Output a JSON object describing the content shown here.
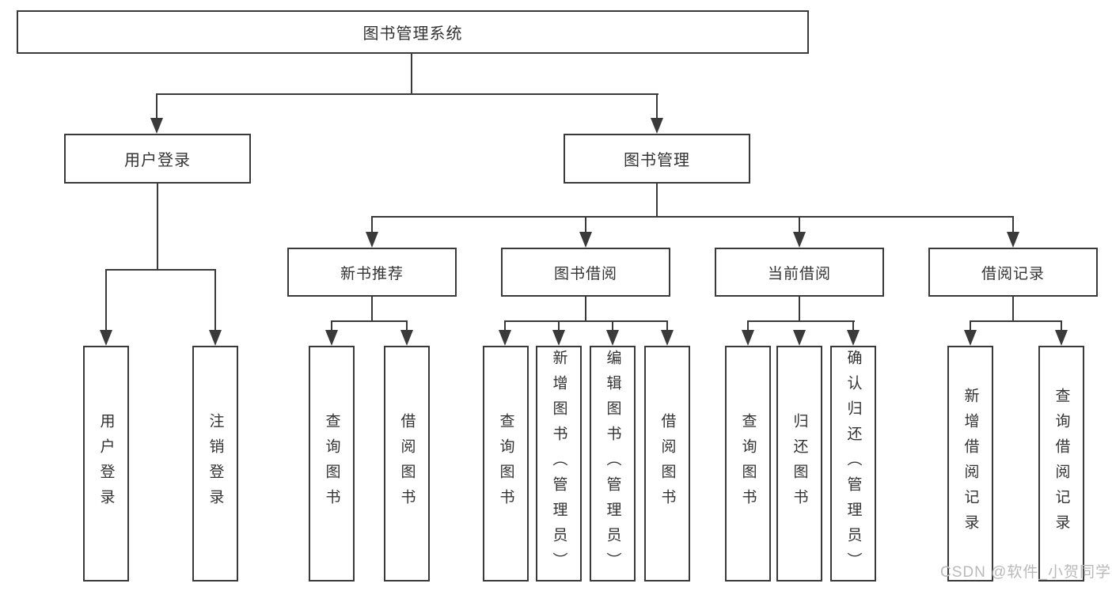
{
  "diagram": {
    "root": {
      "label": "图书管理系统"
    },
    "level2": [
      {
        "label": "用户登录"
      },
      {
        "label": "图书管理"
      }
    ],
    "level3": [
      {
        "label": "新书推荐"
      },
      {
        "label": "图书借阅"
      },
      {
        "label": "当前借阅"
      },
      {
        "label": "借阅记录"
      }
    ],
    "leaves": [
      {
        "label": "用户登录"
      },
      {
        "label": "注销登录"
      },
      {
        "label": "查询图书"
      },
      {
        "label": "借阅图书"
      },
      {
        "label": "查询图书"
      },
      {
        "label": "新增图书（管理员）"
      },
      {
        "label": "编辑图书（管理员）"
      },
      {
        "label": "借阅图书"
      },
      {
        "label": "查询图书"
      },
      {
        "label": "归还图书"
      },
      {
        "label": "确认归还（管理员）"
      },
      {
        "label": "新增借阅记录"
      },
      {
        "label": "查询借阅记录"
      }
    ]
  },
  "watermark": {
    "text": "CSDN @软件_小贺同学"
  },
  "colors": {
    "line": "#3a3a3a",
    "text": "#333333",
    "watermark": "#b9b9b9",
    "background": "#ffffff"
  }
}
